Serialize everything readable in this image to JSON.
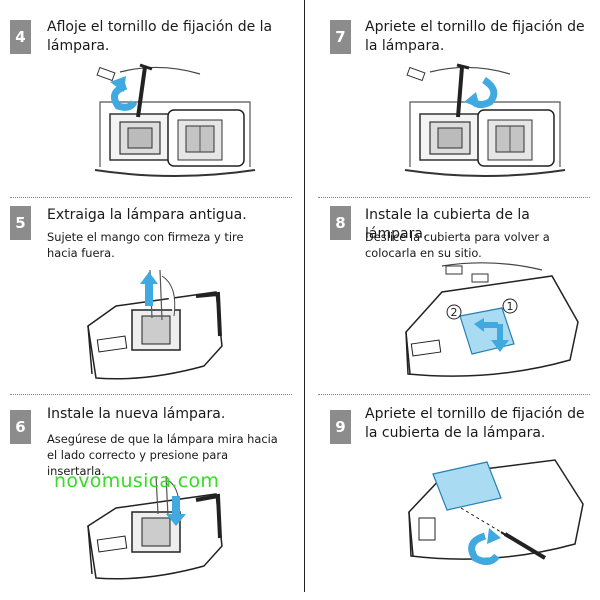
{
  "steps": [
    {
      "number": "4",
      "title": "Afloje el tornillo de fijación de la lámpara.",
      "description": ""
    },
    {
      "number": "5",
      "title": "Extraiga la lámpara antigua.",
      "description": "Sujete el mango con firmeza y tire hacia fuera."
    },
    {
      "number": "6",
      "title": "Instale la nueva lámpara.",
      "description": "Asegúrese de que la lámpara mira hacia el lado correcto y presione para insertarla."
    },
    {
      "number": "7",
      "title": "Apriete el tornillo de fijación de la lámpara.",
      "description": ""
    },
    {
      "number": "8",
      "title": "Instale la cubierta de la lámpara.",
      "description": "Deslice la cubierta para volver a colocarla en su sitio."
    },
    {
      "number": "9",
      "title": "Apriete el tornillo de fijación de la cubierta de la lámpara.",
      "description": ""
    }
  ],
  "step8_callouts": [
    "②",
    "①"
  ],
  "watermark": "novomusica.com",
  "colors": {
    "badge": "#8c8c8c",
    "arrow": "#3fa9e0",
    "cover": "#a9dcf3",
    "watermark": "#33dd22"
  }
}
